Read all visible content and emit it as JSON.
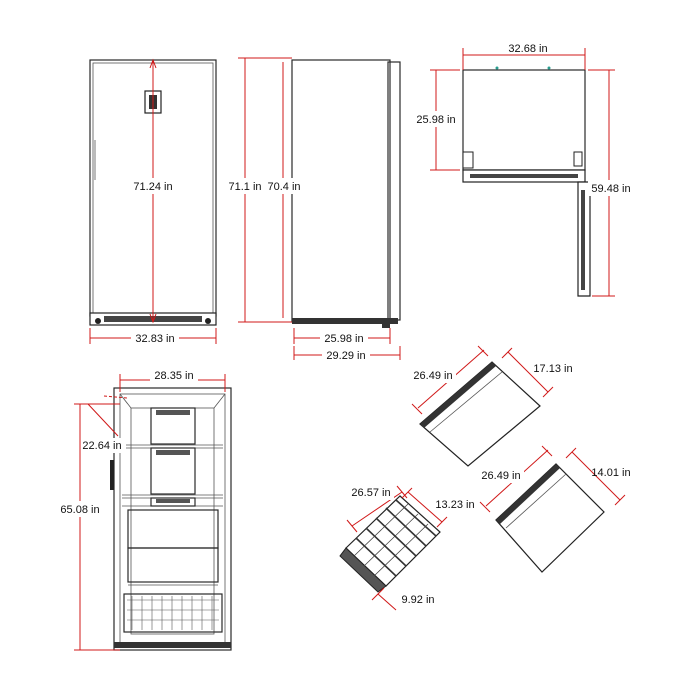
{
  "colors": {
    "dimension_line": "#d01818",
    "outline": "#2a2a2a",
    "background": "#ffffff"
  },
  "front_view": {
    "height_label": "71.24 in",
    "width_label": "32.83 in"
  },
  "side_view": {
    "overall_height_label": "71.1 in",
    "cabinet_height_label": "70.4 in",
    "cabinet_depth_label": "25.98 in",
    "overall_depth_label": "29.29 in"
  },
  "top_view": {
    "width_label": "32.68 in",
    "depth_label": "25.98 in",
    "door_open_depth_label": "59.48 in"
  },
  "interior_view": {
    "width_label": "28.35 in",
    "depth_label": "22.64 in",
    "height_label": "65.08 in"
  },
  "accessories": {
    "shelf_large": {
      "depth_label": "26.49 in",
      "width_label": "17.13 in"
    },
    "shelf_small": {
      "depth_label": "26.49 in",
      "width_label": "14.01 in"
    },
    "basket": {
      "length_label": "26.57 in",
      "width_label": "13.23 in",
      "height_label": "9.92 in"
    }
  }
}
